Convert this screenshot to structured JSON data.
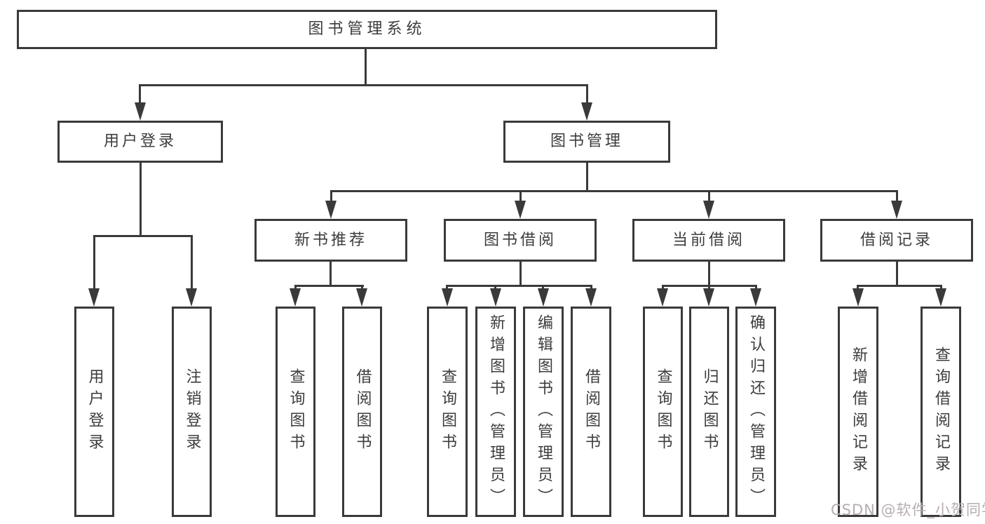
{
  "diagram": {
    "tree": {
      "label": "图书管理系统",
      "children": [
        {
          "label": "用户登录",
          "children": [
            {
              "label": "用户登录"
            },
            {
              "label": "注销登录"
            }
          ]
        },
        {
          "label": "图书管理",
          "children": [
            {
              "label": "新书推荐",
              "children": [
                {
                  "label": "查询图书"
                },
                {
                  "label": "借阅图书"
                }
              ]
            },
            {
              "label": "图书借阅",
              "children": [
                {
                  "label": "查询图书"
                },
                {
                  "label": "新增图书（管理员）"
                },
                {
                  "label": "编辑图书（管理员）"
                },
                {
                  "label": "借阅图书"
                }
              ]
            },
            {
              "label": "当前借阅",
              "children": [
                {
                  "label": "查询图书"
                },
                {
                  "label": "归还图书"
                },
                {
                  "label": "确认归还（管理员）"
                }
              ]
            },
            {
              "label": "借阅记录",
              "children": [
                {
                  "label": "新增借阅记录"
                },
                {
                  "label": "查询借阅记录"
                }
              ]
            }
          ]
        }
      ]
    }
  },
  "watermark": {
    "text": "CSDN @软件_小贺同学"
  },
  "colors": {
    "line": "#3a3a3a",
    "text": "#3d3d3d",
    "background": "#ffffff",
    "watermark": "#b7aeae"
  }
}
